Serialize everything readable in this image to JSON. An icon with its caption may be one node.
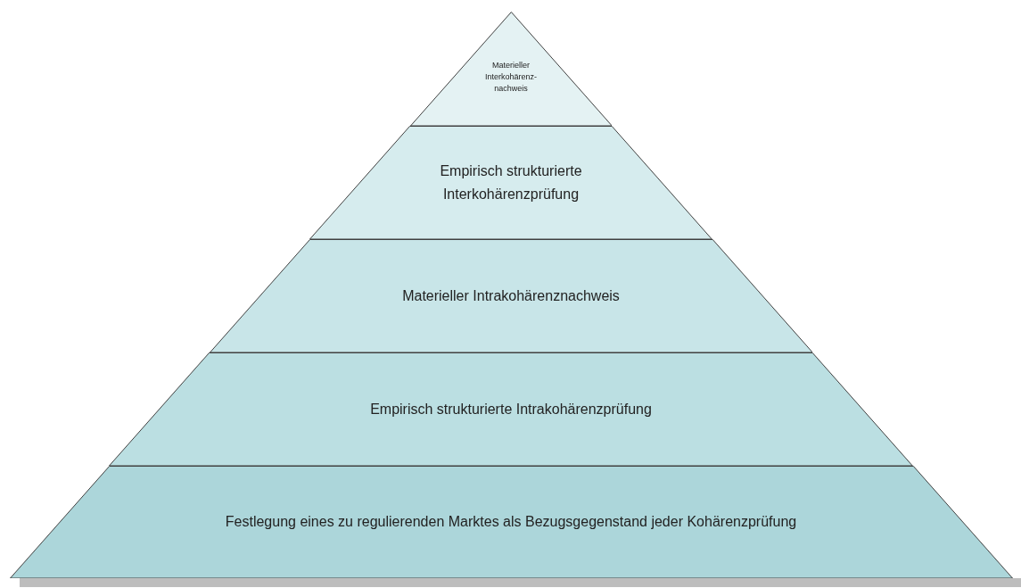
{
  "diagram": {
    "nodes": [
      {
        "text": [
          "Materieller Interkohärenz-nachweis"
        ]
      },
      {
        "text": [
          "Empirisch strukturierte Interkohärenzprüfung"
        ]
      },
      {
        "text": [
          "Materieller Intrakohärenznachweis"
        ]
      },
      {
        "text": [
          "Empirisch strukturierte Intrakohärenzprüfung"
        ]
      },
      {
        "text": [
          "Festlegung eines zu regulierenden Marktes als Bezugsgegenstand jeder Kohärenzprüfung"
        ]
      }
    ]
  }
}
